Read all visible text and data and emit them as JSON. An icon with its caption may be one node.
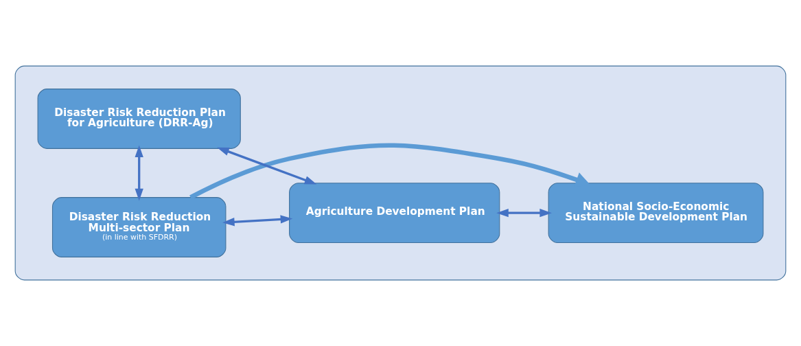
{
  "diagram": {
    "nodes": [
      {
        "text": [],
        "shape": "box"
      },
      {
        "text": [
          "Disaster Risk Reduction Multi-sector Plan",
          "(in line with SFDRR)"
        ],
        "in": 0
      },
      {
        "text": [
          "Agriculture Development Plan"
        ],
        "in": 0
      },
      {
        "text": [
          "National Socio-Economic Sustainable Development Plan"
        ],
        "in": 0
      },
      {
        "text": [
          "Disaster Risk Reduction Plan for Agriculture (DRR-Ag)"
        ],
        "in": 0
      }
    ],
    "edges": [
      {
        "from": 1,
        "to": 3,
        "arrow": "to",
        "style": "thick"
      },
      {
        "from": 1,
        "to": 4,
        "arrow": "both"
      },
      {
        "from": 1,
        "to": 2,
        "arrow": "both"
      },
      {
        "from": 4,
        "to": 2,
        "arrow": "both"
      },
      {
        "from": 2,
        "to": 3,
        "arrow": "both"
      }
    ]
  }
}
